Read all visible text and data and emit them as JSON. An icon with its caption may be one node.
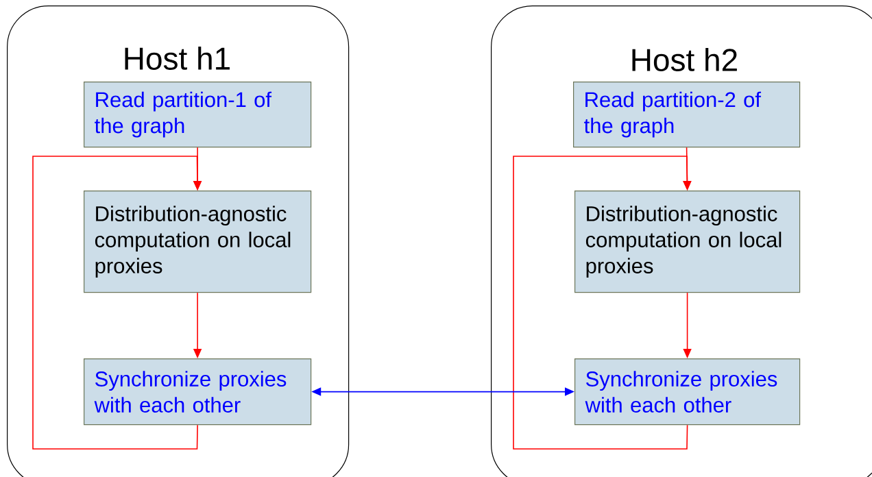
{
  "diagram": {
    "nodes": [
      {
        "text": [
          "Host h1"
        ]
      },
      {
        "text": [
          "Read partition-1 of the graph"
        ],
        "in": 0
      },
      {
        "text": [
          "Distribution-agnostic computation on local proxies"
        ],
        "in": 0
      },
      {
        "text": [
          "Synchronize proxies with each other"
        ],
        "in": 0
      },
      {
        "text": [
          "Host h2"
        ]
      },
      {
        "text": [
          "Read partition-2 of the graph"
        ],
        "in": 4
      },
      {
        "text": [
          "Distribution-agnostic computation on local proxies"
        ],
        "in": 4
      },
      {
        "text": [
          "Synchronize proxies with each other"
        ],
        "in": 4
      }
    ],
    "edges": [
      {
        "from": 1,
        "to": 2,
        "arrow": "to"
      },
      {
        "from": 2,
        "to": 3,
        "arrow": "to"
      },
      {
        "from": 3,
        "to": 2,
        "arrow": "to"
      },
      {
        "from": 5,
        "to": 6,
        "arrow": "to"
      },
      {
        "from": 6,
        "to": 7,
        "arrow": "to"
      },
      {
        "from": 7,
        "to": 6,
        "arrow": "to"
      },
      {
        "from": 3,
        "to": 7,
        "arrow": "both",
        "color": "#0000ff"
      }
    ]
  }
}
